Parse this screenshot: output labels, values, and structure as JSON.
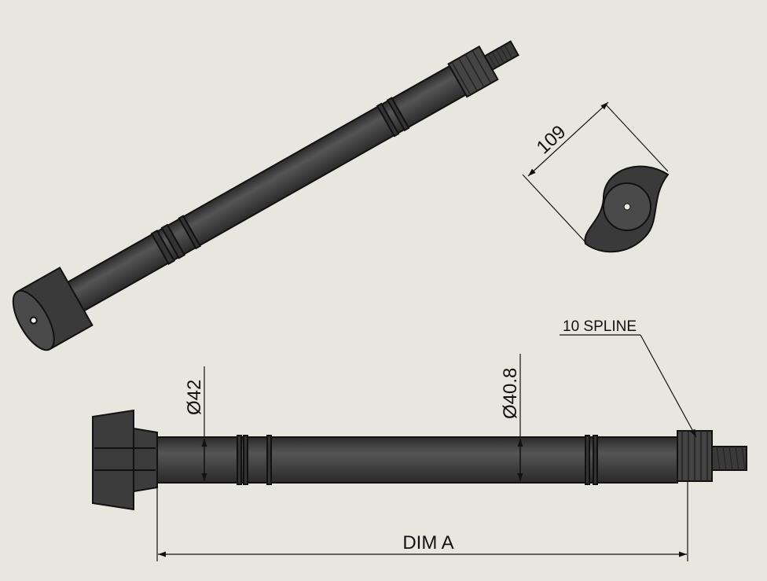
{
  "dimensions": {
    "cam_width": "109",
    "spline_note": "10 SPLINE",
    "diameter_left": "Ø42",
    "diameter_right": "Ø40.8",
    "overall_length": "DIM A"
  },
  "colors": {
    "background": "#e8e7df",
    "part": "#3c3c3c",
    "edge": "#111111"
  }
}
